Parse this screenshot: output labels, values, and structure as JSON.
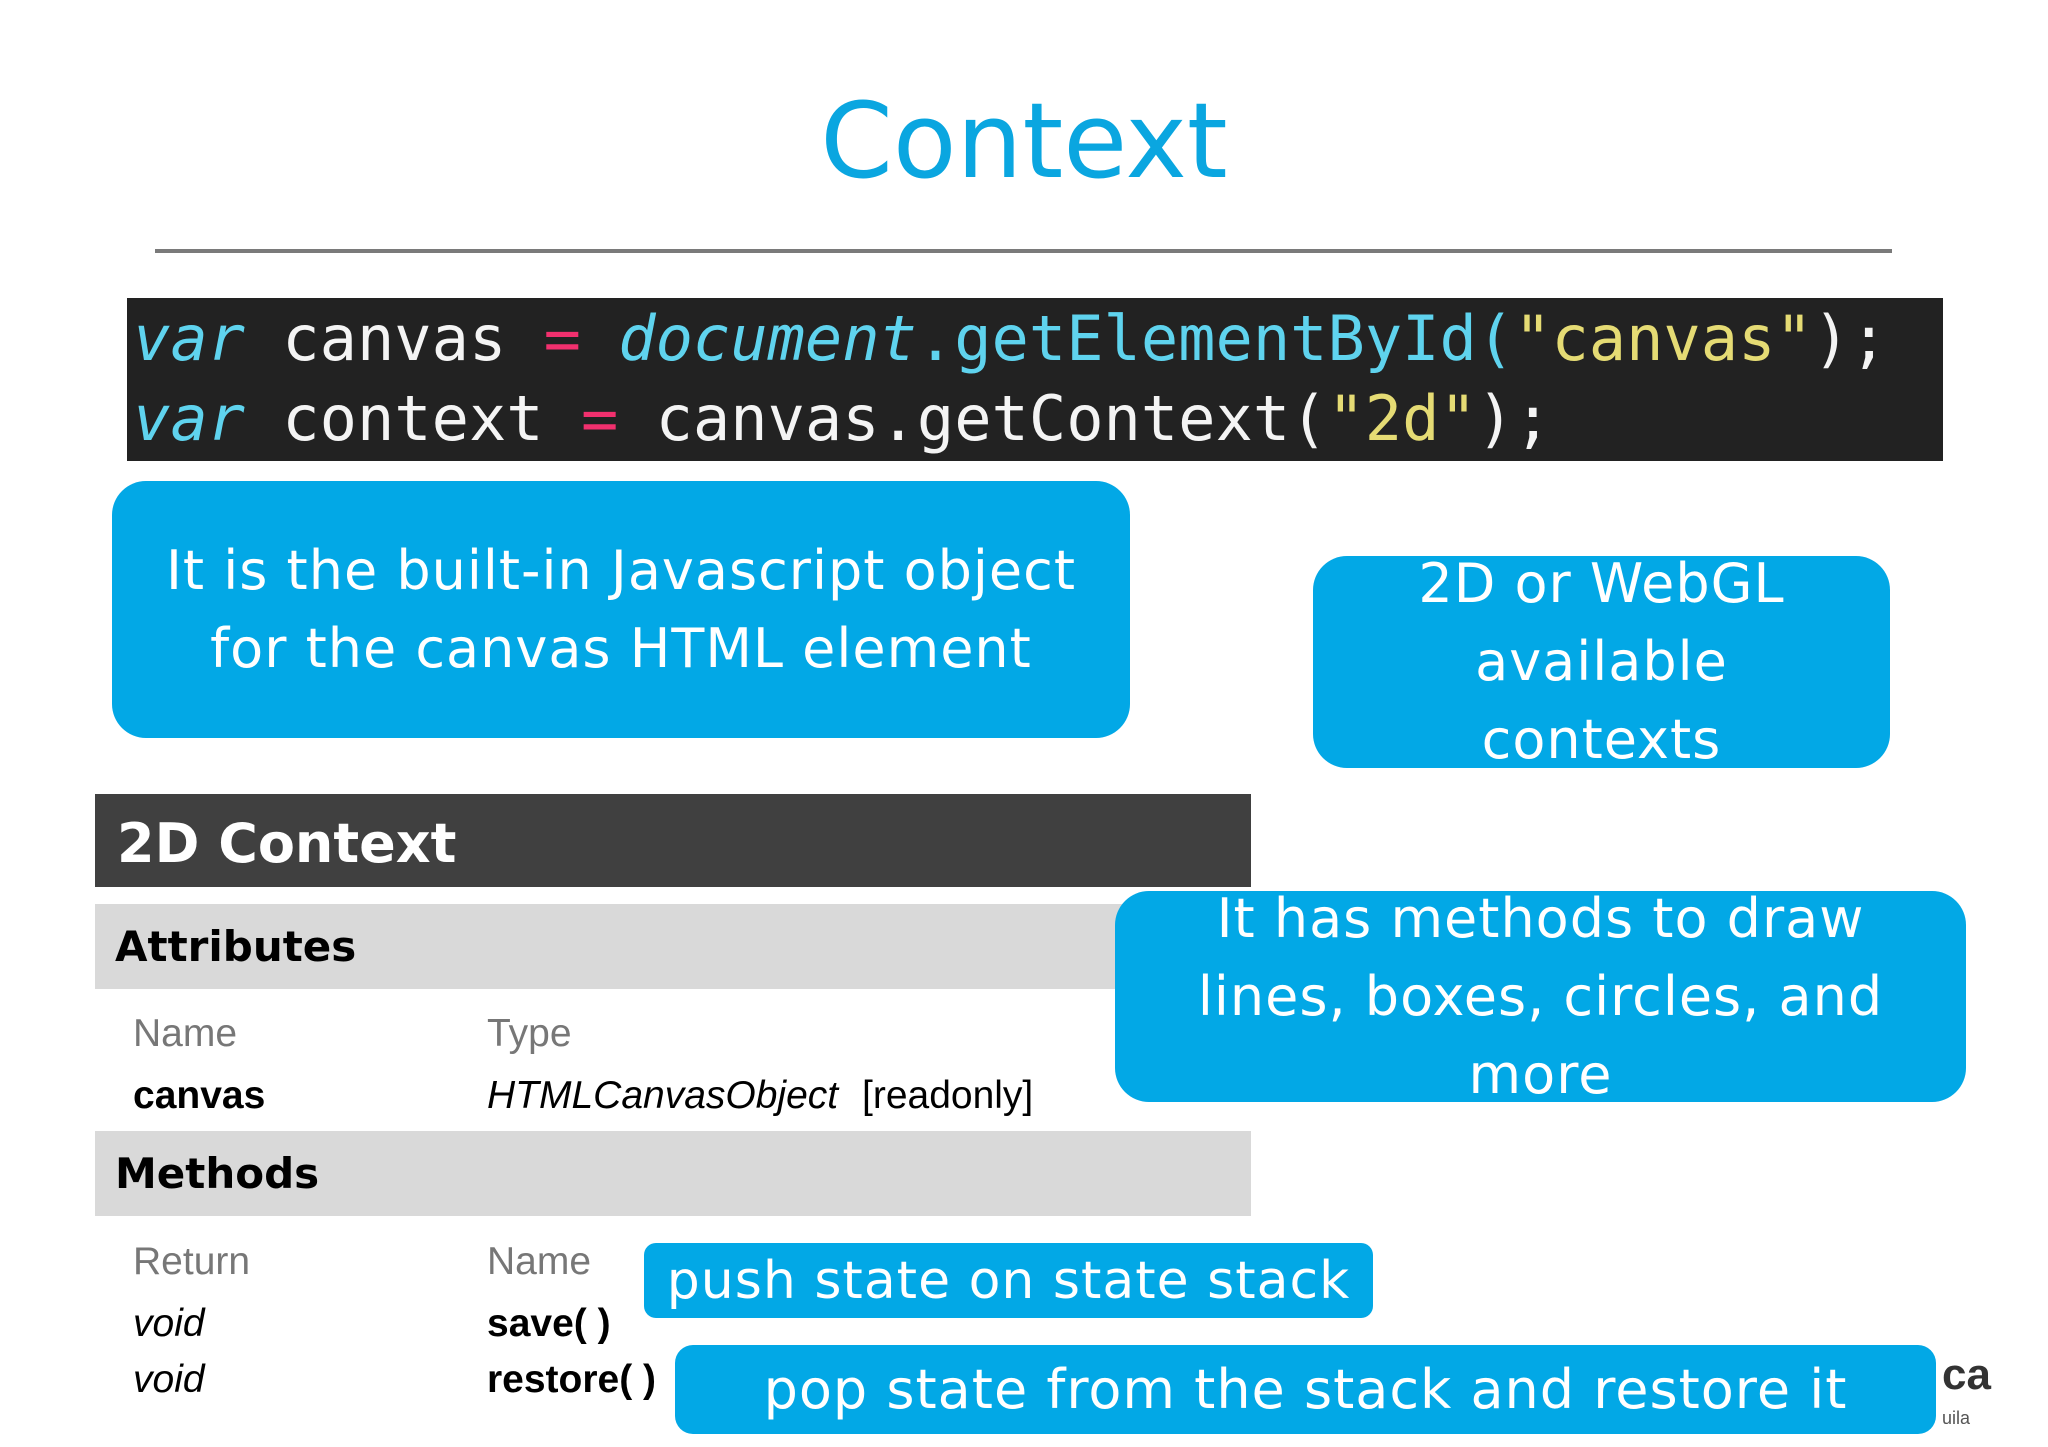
{
  "title": "Context",
  "code": {
    "line1": {
      "kw": "var",
      "name": " canvas ",
      "op": "=",
      "obj": "document",
      "call": ".getElementById(",
      "str": "\"canvas\"",
      "end": ");"
    },
    "line2": {
      "kw": "var",
      "name": " context ",
      "op": "=",
      "call": " canvas.getContext(",
      "str": "\"2d\"",
      "end": ");"
    }
  },
  "bubbles": {
    "object": "It is the built-in Javascript object for the canvas HTML element",
    "contexts": "2D or WebGL available contexts",
    "methods": "It has methods to draw lines, boxes, circles, and more",
    "save": "push state on state stack",
    "restore": "pop state from the stack and restore it"
  },
  "ref": {
    "header": "2D Context",
    "attributes": "Attributes",
    "attr_cols": [
      "Name",
      "Type"
    ],
    "attr_row": {
      "name": "canvas",
      "type": "HTMLCanvasObject",
      "note": "[readonly]"
    },
    "methods": "Methods",
    "method_cols": [
      "Return",
      "Name"
    ],
    "method_rows": [
      {
        "ret": "void",
        "name": "save( )"
      },
      {
        "ret": "void",
        "name": "restore( )"
      }
    ]
  },
  "footer": {
    "logo_partial": "ca",
    "sub_partial": "uila"
  },
  "colors": {
    "accent": "#02a8e6",
    "title": "#0aa6e0",
    "code_bg": "#222222",
    "header_bg": "#404040",
    "section_bg": "#d9d9d9"
  }
}
